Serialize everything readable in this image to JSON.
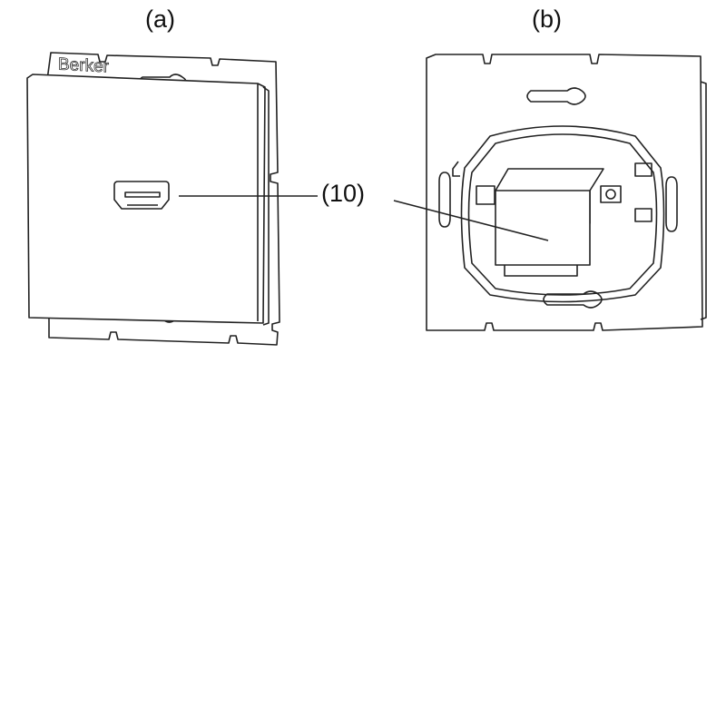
{
  "labels": {
    "a": "(a)",
    "b": "(b)",
    "callout": "(10)"
  },
  "brand": "Berker"
}
